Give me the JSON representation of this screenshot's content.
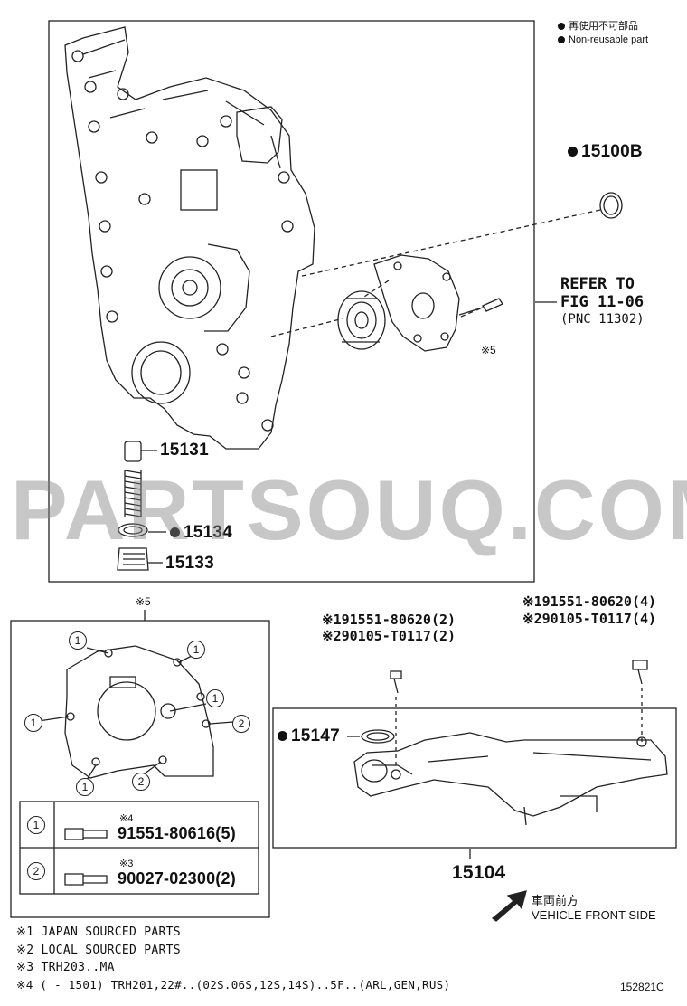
{
  "legend": {
    "jp": "再使用不可部品",
    "en": "Non-reusable part"
  },
  "top": {
    "p15100b": "15100B",
    "refer_line1": "REFER TO",
    "refer_line2": "FIG 11-06",
    "refer_line3": "(PNC 11302)",
    "note5_tag": "※5",
    "p15131": "15131",
    "p15134": "15134",
    "p15133": "15133"
  },
  "watermark": "PARTSOUQ.COM",
  "left_box": {
    "tag": "※5",
    "c1": "1",
    "c2": "2",
    "row1": {
      "circ": "1",
      "note": "※4",
      "part": "91551-80616(5)"
    },
    "row2": {
      "circ": "2",
      "note": "※3",
      "part": "90027-02300(2)"
    }
  },
  "right_box": {
    "bolt_a_line1": "※191551-80620(2)",
    "bolt_a_line2": "※290105-T0117(2)",
    "bolt_b_line1": "※191551-80620(4)",
    "bolt_b_line2": "※290105-T0117(4)",
    "p15147": "15147",
    "p15104": "15104"
  },
  "direction": {
    "jp": "車両前方",
    "en": "VEHICLE FRONT SIDE"
  },
  "notes": [
    "※1 JAPAN SOURCED PARTS",
    "※2 LOCAL SOURCED PARTS",
    "※3 TRH203..MA",
    "※4 (    - 1501) TRH201,22#..(02S.06S,12S,14S)..5F..(ARL,GEN,RUS)"
  ],
  "figure_id": "152821C"
}
